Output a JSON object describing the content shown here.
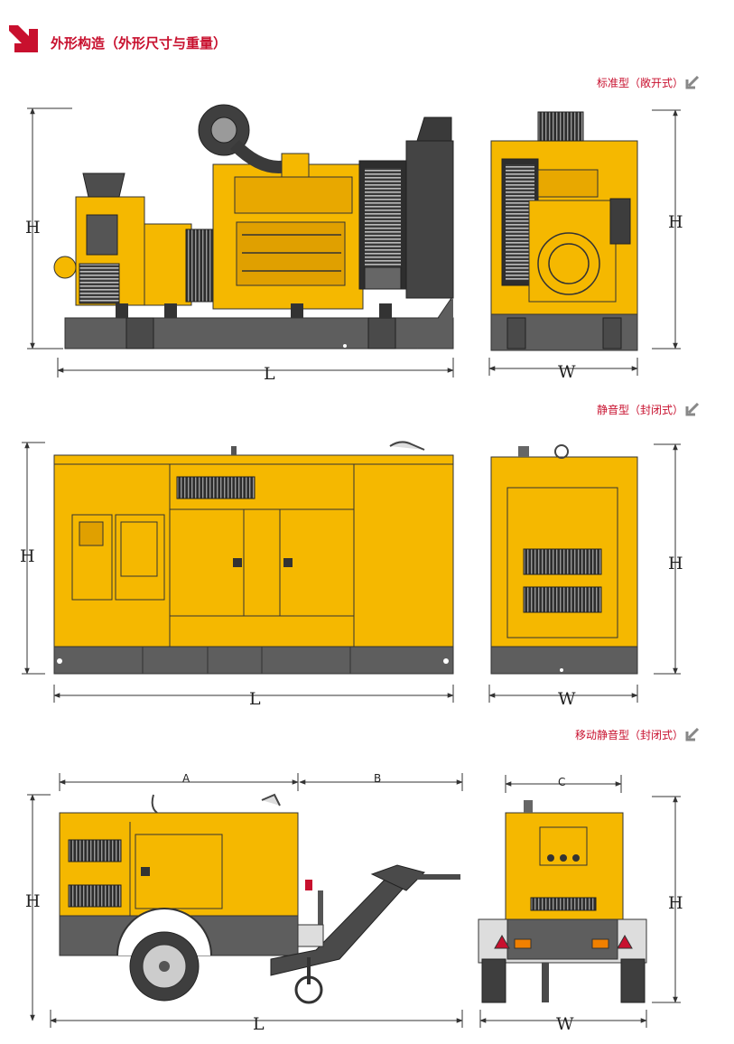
{
  "page": {
    "title": "外形构造（外形尺寸与重量）"
  },
  "sections": [
    {
      "label": "标准型（敞开式）"
    },
    {
      "label": "静音型（封闭式）"
    },
    {
      "label": "移动静音型（封闭式）"
    }
  ],
  "dimensions": {
    "height": "H",
    "length": "L",
    "width": "W",
    "a": "A",
    "b": "B",
    "c": "C"
  },
  "colors": {
    "accent": "#c8102e",
    "body_yellow": "#f5b800",
    "frame_gray": "#5a5a5a",
    "line": "#333333"
  }
}
